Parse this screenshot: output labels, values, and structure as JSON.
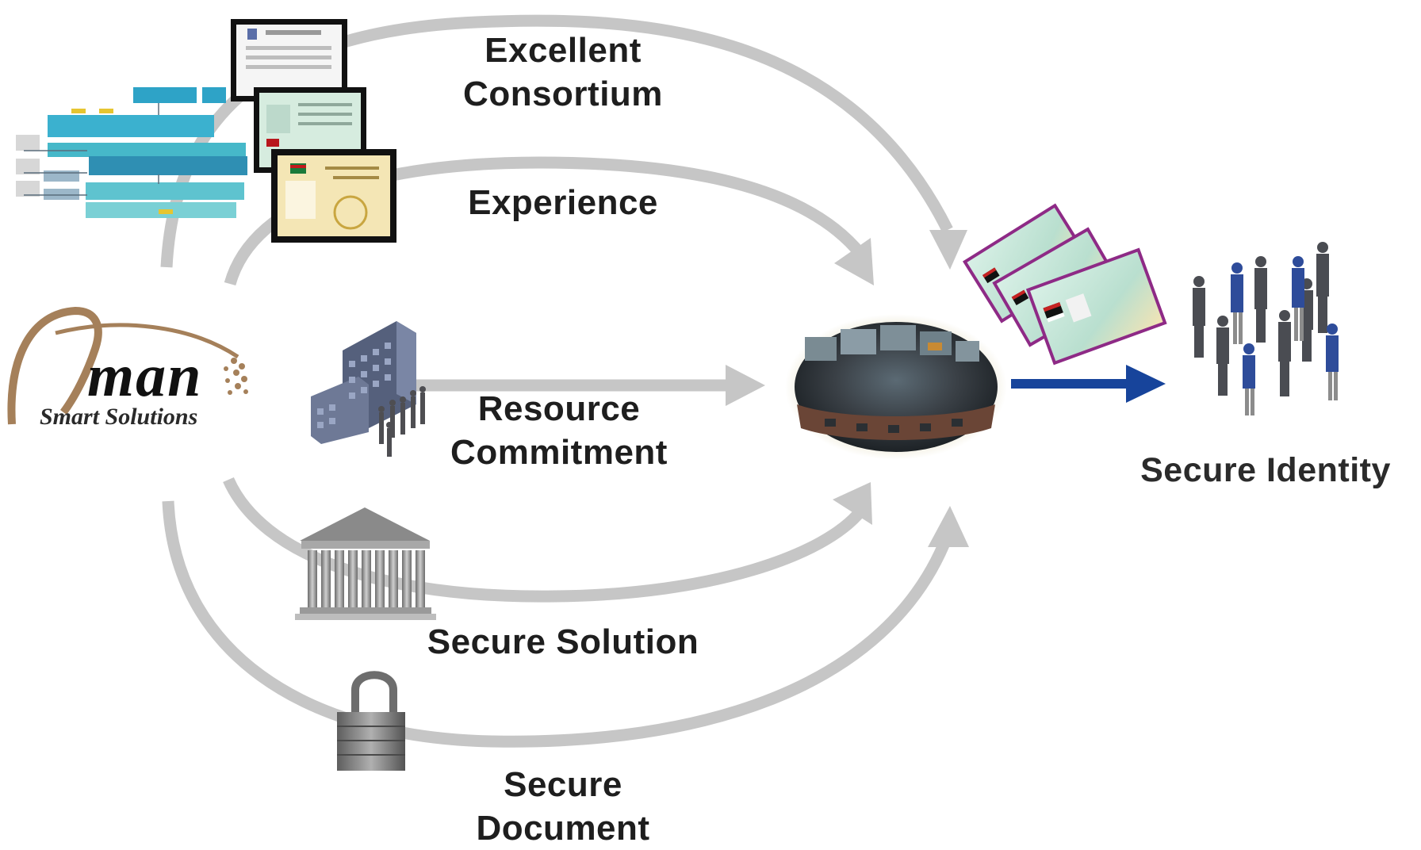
{
  "labels": {
    "excellent_consortium": [
      "Excellent",
      "Consortium"
    ],
    "experience": "Experience",
    "resource_commitment": [
      "Resource",
      "Commitment"
    ],
    "secure_solution": "Secure Solution",
    "secure_document": [
      "Secure",
      "Document"
    ],
    "secure_identity": "Secure Identity"
  },
  "logo": {
    "wordmark": "man",
    "tagline": "Smart Solutions"
  },
  "colors": {
    "arrow_gray": "#c4c4c4",
    "arrow_blue": "#17449b",
    "logo_brown": "#a5805a",
    "label_text": "#1e1e1e"
  },
  "icons": [
    "network-diagram-icon",
    "id-card-icon",
    "office-building-icon",
    "bank-building-icon",
    "padlock-icon",
    "control-room-icon",
    "people-group-icon"
  ]
}
